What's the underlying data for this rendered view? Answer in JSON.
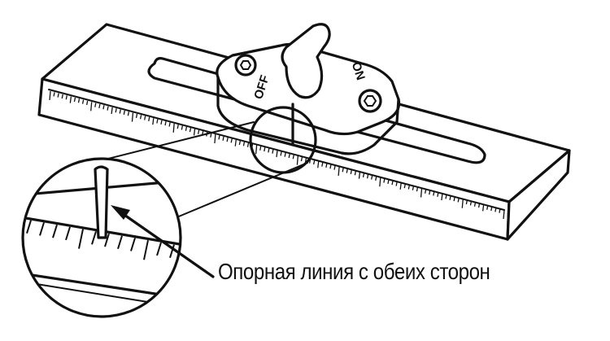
{
  "callout": {
    "label": "Опорная линия с обеих сторон"
  },
  "switch": {
    "off_label": "OFF",
    "on_label": "ON"
  },
  "icons": {
    "leader_arrow": "arrow-icon",
    "screw_left": "hex-screw-icon",
    "screw_right": "hex-screw-icon"
  },
  "colors": {
    "ink": "#111111",
    "background": "#ffffff"
  }
}
